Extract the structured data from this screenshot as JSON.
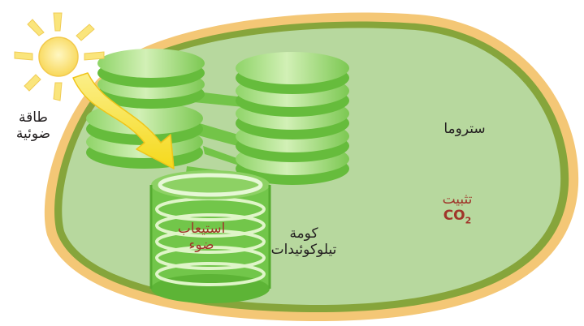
{
  "labels": {
    "light_energy": "طاقة ضوئية",
    "stroma": "ستروما",
    "fixation_title": "تثبيت",
    "fixation_formula": "CO",
    "fixation_subscript": "2",
    "light_absorption": "استيعاب ضوء",
    "thylakoid_granum": "كومة تيلوكوئيدات"
  },
  "colors": {
    "membrane_outer": "#f4c776",
    "membrane_inner": "#86a53b",
    "stroma_fill": "#b7d89e",
    "thylakoid_green": "#73c84a",
    "sun_yellow": "#fbe26f",
    "arrow_yellow": "#f6e423",
    "absorption_text": "#a0352a"
  },
  "icons": [
    "sun-icon",
    "light-arrow-icon"
  ]
}
